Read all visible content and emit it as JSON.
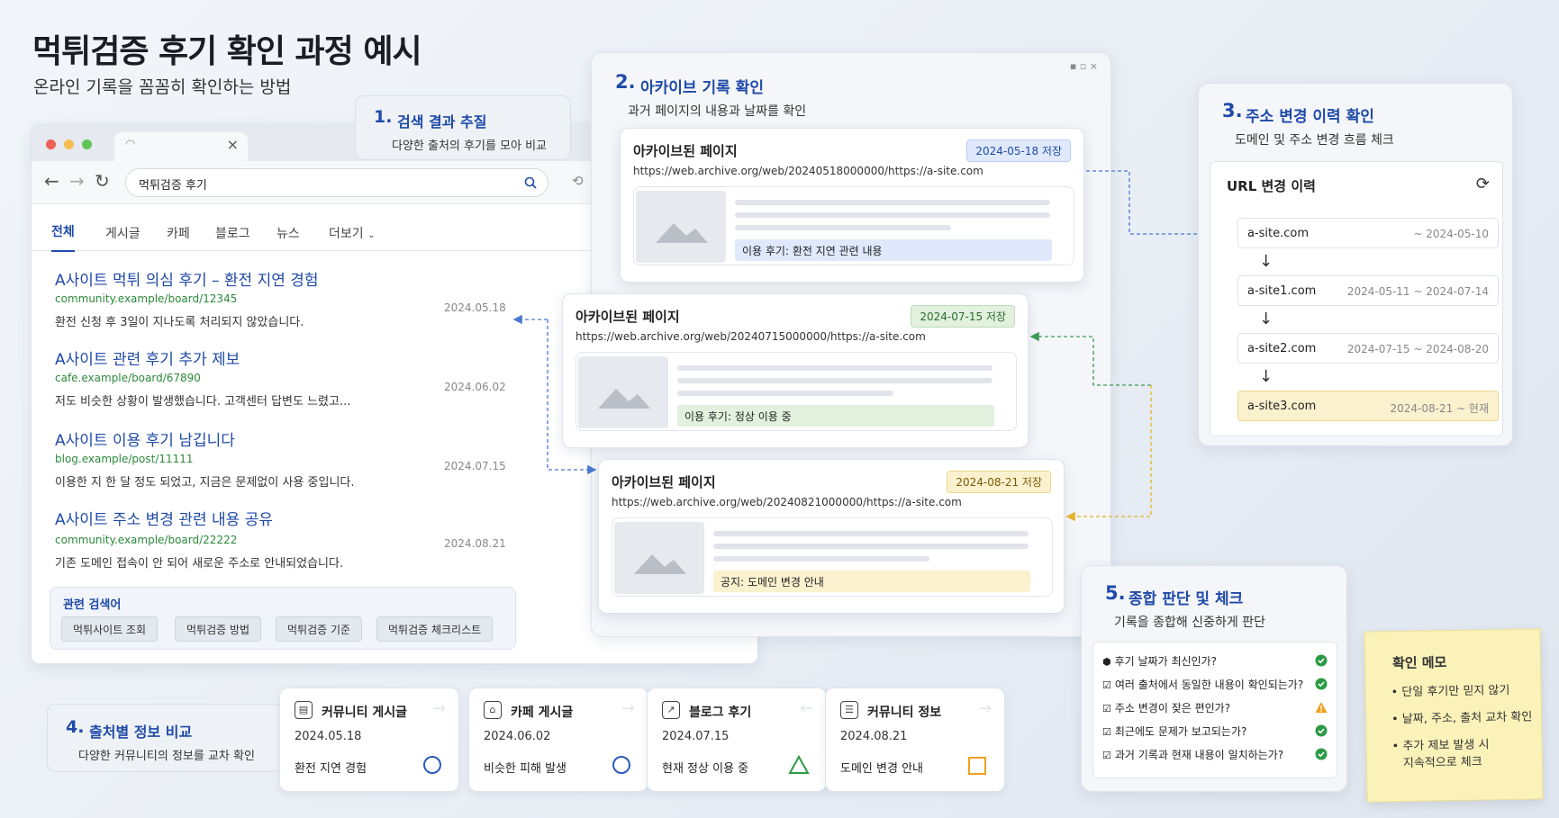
{
  "header": {
    "title": "먹튀검증 후기 확인 과정 예시",
    "subtitle": "온라인 기록을 꼼꼼히 확인하는 방법"
  },
  "step1": {
    "num": "1.",
    "title": "검색 결과 추질",
    "desc": "다양한 출처의 후기를 모아 비교"
  },
  "browser": {
    "tab_close": "×",
    "search_value": "먹튀검증 후기",
    "tabs": [
      "전체",
      "게시글",
      "카페",
      "블로그",
      "뉴스",
      "더보기"
    ],
    "results": [
      {
        "title": "A사이트 먹튀 의심 후기 – 환전 지연 경험",
        "url": "community.example/board/12345",
        "desc": "환전 신청 후 3일이 지나도록 처리되지 않았습니다.",
        "date": "2024.05.18"
      },
      {
        "title": "A사이트 관련 후기 추가 제보",
        "url": "cafe.example/board/67890",
        "desc": "저도 비슷한 상황이 발생했습니다. 고객센터 답변도 느렸고...",
        "date": "2024.06.02"
      },
      {
        "title": "A사이트 이용 후기 남깁니다",
        "url": "blog.example/post/11111",
        "desc": "이용한 지 한 달 정도 되었고, 지금은 문제없이 사용 중입니다.",
        "date": "2024.07.15"
      },
      {
        "title": "A사이트 주소 변경 관련 내용 공유",
        "url": "community.example/board/22222",
        "desc": "기존 도메인 접속이 안 되어 새로운 주소로 안내되었습니다.",
        "date": "2024.08.21"
      }
    ],
    "related": {
      "label": "관련 검색어",
      "chips": [
        "먹튀사이트 조회",
        "먹튀검증 방법",
        "먹튀검증 기준",
        "먹튀검증 체크리스트"
      ]
    }
  },
  "step2": {
    "num": "2.",
    "title": "아카이브 기록 확인",
    "desc": "과거 페이지의 내용과 날짜를 확인",
    "cards": [
      {
        "title": "아카이브된 페이지",
        "url": "https://web.archive.org/web/20240518000000/https://a-site.com",
        "badge": "2024-05-18 저장",
        "note": "이용 후기: 환전 지연 관련 내용",
        "color": "#dfe9fb",
        "border": "#b9cdf2",
        "text": "#1f4aa8"
      },
      {
        "title": "아카이브된 페이지",
        "url": "https://web.archive.org/web/20240715000000/https://a-site.com",
        "badge": "2024-07-15 저장",
        "note": "이용 후기: 정상 이용 중",
        "color": "#e1f1de",
        "border": "#bfdcb8",
        "text": "#2c6a30"
      },
      {
        "title": "아카이브된 페이지",
        "url": "https://web.archive.org/web/20240821000000/https://a-site.com",
        "badge": "2024-08-21 저장",
        "note": "공지: 도메인 변경 안내",
        "color": "#fbf1cf",
        "border": "#ecd98e",
        "text": "#7a5a05"
      }
    ]
  },
  "step3": {
    "num": "3.",
    "title": "주소 변경 이력 확인",
    "desc": "도메인 및 주소 변경 흐름 체크",
    "box_title": "URL 변경 이력",
    "items": [
      {
        "name": "a-site.com",
        "range": "~ 2024-05-10"
      },
      {
        "name": "a-site1.com",
        "range": "2024-05-11 ~ 2024-07-14"
      },
      {
        "name": "a-site2.com",
        "range": "2024-07-15 ~ 2024-08-20"
      },
      {
        "name": "a-site3.com",
        "range": "2024-08-21 ~ 현재"
      }
    ],
    "arrow": "↓"
  },
  "step4": {
    "num": "4.",
    "title": "출처별 정보 비교",
    "desc": "다양한 커뮤니티의 정보를 교차 확인",
    "cards": [
      {
        "title": "커뮤니티 게시글",
        "date": "2024.05.18",
        "desc": "환전 지연 경험",
        "mark": "circle"
      },
      {
        "title": "카페 게시글",
        "date": "2024.06.02",
        "desc": "비슷한 피해 발생",
        "mark": "circle"
      },
      {
        "title": "블로그 후기",
        "date": "2024.07.15",
        "desc": "현재 정상 이용 중",
        "mark": "triangle"
      },
      {
        "title": "커뮤니티 정보",
        "date": "2024.08.21",
        "desc": "도메인 변경 안내",
        "mark": "square"
      }
    ]
  },
  "step5": {
    "num": "5.",
    "title": "종합 판단 및 체크",
    "desc": "기록을 종합해 신중하게 판단",
    "checks": [
      {
        "text": "후기 날짜가 최신인가?",
        "status": "ok"
      },
      {
        "text": "여러 출처에서 동일한 내용이 확인되는가?",
        "status": "ok"
      },
      {
        "text": "주소 변경이 잦은 편인가?",
        "status": "warn"
      },
      {
        "text": "최근에도 문제가 보고되는가?",
        "status": "ok"
      },
      {
        "text": "과거 기록과 현재 내용이 일치하는가?",
        "status": "ok"
      }
    ]
  },
  "memo": {
    "title": "확인 메모",
    "items": [
      "• 단일 후기만 믿지 않기",
      "• 날짜, 주소, 출처 교차 확인",
      "• 추가 제보 발생 시",
      "지속적으로 체크"
    ]
  },
  "colors": {
    "accent": "#1f4aa8",
    "ok": "#2c9a45",
    "warn": "#f0a020",
    "circle": "#2a5bbf",
    "triangle": "#2c9a45",
    "square": "#f0a020"
  }
}
